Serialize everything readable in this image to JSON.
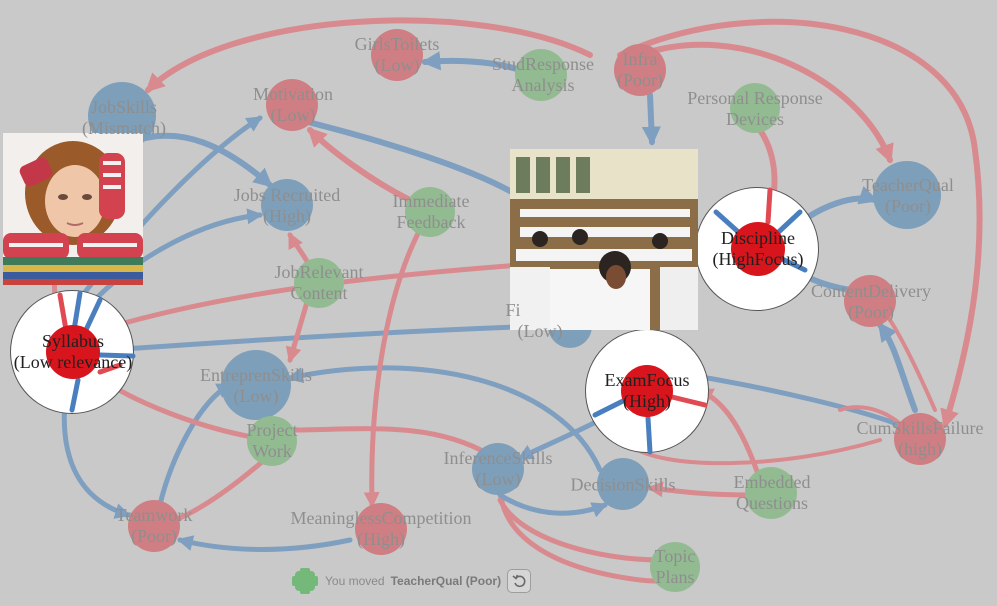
{
  "nodes": [
    {
      "id": "girls",
      "name": "GirlsToilets",
      "status": "(Low)",
      "color": "red",
      "focus": false
    },
    {
      "id": "stud",
      "name": "StudResponse",
      "status": "Analysis",
      "color": "green",
      "focus": false
    },
    {
      "id": "infra",
      "name": "Infra",
      "status": "(Poor)",
      "color": "red",
      "focus": false
    },
    {
      "id": "personal",
      "name": "Personal Response",
      "status": "Devices",
      "color": "green",
      "focus": false
    },
    {
      "id": "jobskills",
      "name": "JobSkills",
      "status": "(Mismatch)",
      "color": "blue",
      "focus": false
    },
    {
      "id": "motivation",
      "name": "Motivation",
      "status": "(Low)",
      "color": "red",
      "focus": false
    },
    {
      "id": "jobsrec",
      "name": "Jobs Recruited",
      "status": "(High)",
      "color": "blue",
      "focus": false
    },
    {
      "id": "immediate",
      "name": "Immediate",
      "status": "Feedback",
      "color": "green",
      "focus": false
    },
    {
      "id": "teacherqual",
      "name": "TeacherQual",
      "status": "(Poor)",
      "color": "blue",
      "focus": false
    },
    {
      "id": "discipline",
      "name": "Discipline",
      "status": "(HighFocus)",
      "color": "bright",
      "focus": true
    },
    {
      "id": "jobrel",
      "name": "JobRelevant",
      "status": "Content",
      "color": "green",
      "focus": false
    },
    {
      "id": "content",
      "name": "ContentDelivery",
      "status": "(Poor)",
      "color": "red",
      "focus": false
    },
    {
      "id": "findings",
      "name": "Fi",
      "status": "(Low)",
      "color": "blue",
      "focus": false
    },
    {
      "id": "syllabus",
      "name": "Syllabus",
      "status": "(Low relevance)",
      "color": "bright",
      "focus": true
    },
    {
      "id": "entrepren",
      "name": "EntreprenSkills",
      "status": "(Low)",
      "color": "blue",
      "focus": false
    },
    {
      "id": "examfocus",
      "name": "ExamFocus",
      "status": "(High)",
      "color": "bright",
      "focus": true
    },
    {
      "id": "project",
      "name": "Project",
      "status": "Work",
      "color": "green",
      "focus": false
    },
    {
      "id": "cumskills",
      "name": "CumSkillsFailure",
      "status": "(high)",
      "color": "red",
      "focus": false
    },
    {
      "id": "inference",
      "name": "InferenceSkills",
      "status": "(Low)",
      "color": "blue",
      "focus": false
    },
    {
      "id": "decision",
      "name": "DecisionSkills",
      "status": "",
      "color": "blue",
      "focus": false
    },
    {
      "id": "embedded",
      "name": "Embedded",
      "status": "Questions",
      "color": "green",
      "focus": false
    },
    {
      "id": "teamwork",
      "name": "Teamwork",
      "status": "(Poor)",
      "color": "red",
      "focus": false
    },
    {
      "id": "meaningless",
      "name": "MeaninglessCompetition",
      "status": "(High)",
      "color": "red",
      "focus": false
    },
    {
      "id": "topic",
      "name": "Topic",
      "status": "Plans",
      "color": "green",
      "focus": false
    }
  ],
  "photos": [
    {
      "id": "photo-child",
      "description": "stressed child with books"
    },
    {
      "id": "photo-exam",
      "description": "students writing exam in hall"
    }
  ],
  "toast": {
    "prefix": "You moved",
    "subject": "TeacherQual (Poor)",
    "undo_icon": "undo-icon"
  },
  "colors": {
    "background": "#c9c9c9",
    "positive_edge": "#d98a8e",
    "negative_edge": "#7e9fc0",
    "red_node": "#cf7f83",
    "blue_node": "#7e9fba",
    "green_node": "#93bb92",
    "focus_node": "#d8141c",
    "focus_ring": "#ffffff"
  }
}
